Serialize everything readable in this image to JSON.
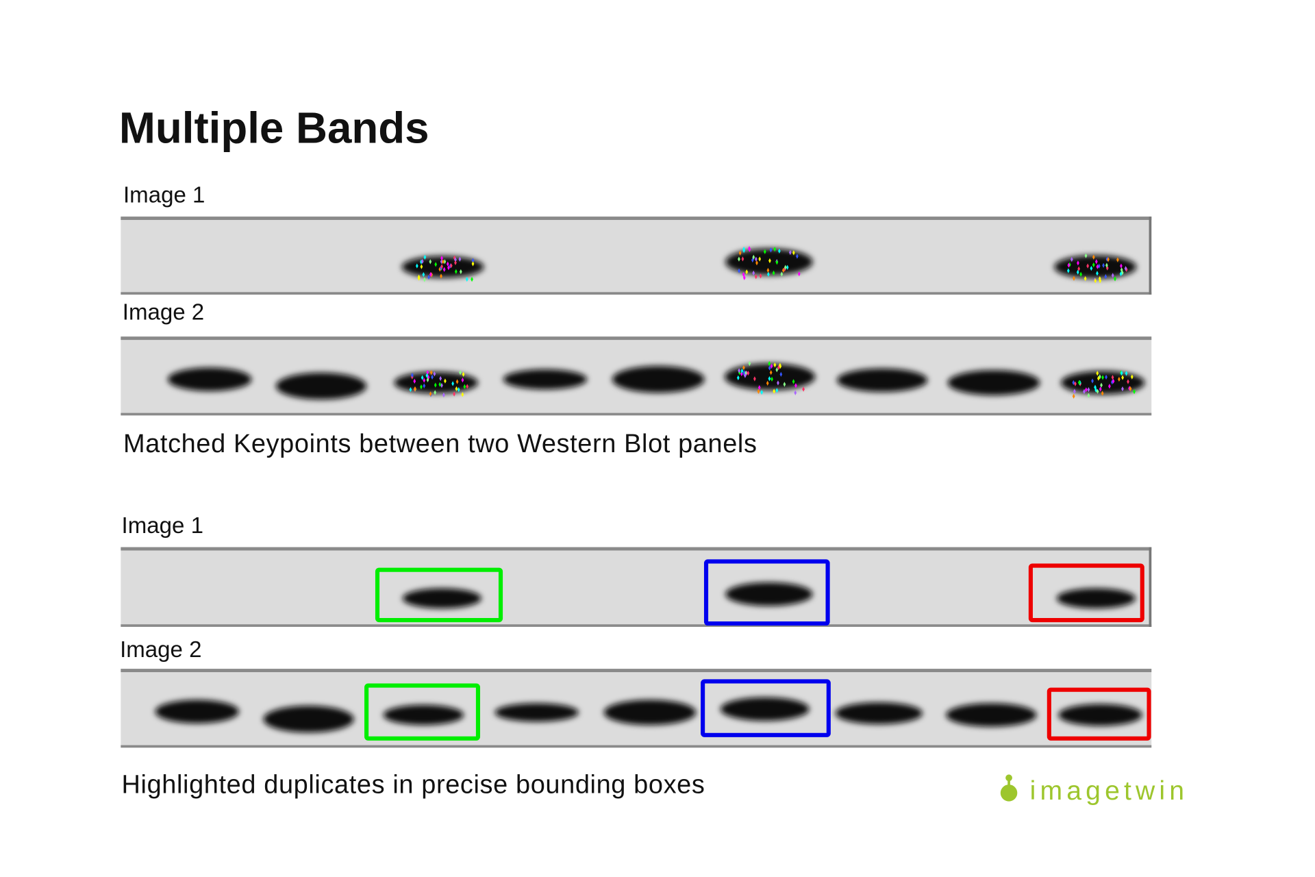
{
  "title": "Multiple Bands",
  "section1": {
    "image1_label": "Image 1",
    "image2_label": "Image 2",
    "caption": "Matched Keypoints between two Western Blot panels"
  },
  "section2": {
    "image1_label": "Image 1",
    "image2_label": "Image 2",
    "caption": "Highlighted duplicates in precise bounding boxes",
    "box_colors": {
      "match1": "#00ee00",
      "match2": "#0000ee",
      "match3": "#ee0000"
    }
  },
  "logo": {
    "text": "imagetwin",
    "color": "#9dc62d"
  }
}
